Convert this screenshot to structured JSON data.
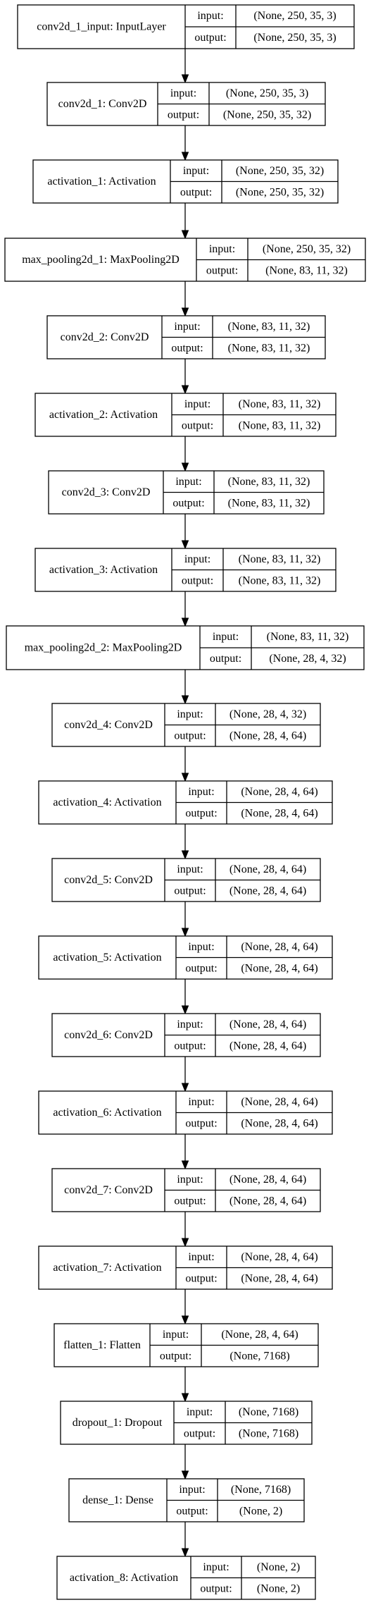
{
  "diagram": {
    "io_labels": {
      "input": "input:",
      "output": "output:"
    },
    "layers": [
      {
        "name": "conv2d_1_input: InputLayer",
        "input": "(None, 250, 35, 3)",
        "output": "(None, 250, 35, 3)"
      },
      {
        "name": "conv2d_1: Conv2D",
        "input": "(None, 250, 35, 3)",
        "output": "(None, 250, 35, 32)"
      },
      {
        "name": "activation_1: Activation",
        "input": "(None, 250, 35, 32)",
        "output": "(None, 250, 35, 32)"
      },
      {
        "name": "max_pooling2d_1: MaxPooling2D",
        "input": "(None, 250, 35, 32)",
        "output": "(None, 83, 11, 32)"
      },
      {
        "name": "conv2d_2: Conv2D",
        "input": "(None, 83, 11, 32)",
        "output": "(None, 83, 11, 32)"
      },
      {
        "name": "activation_2: Activation",
        "input": "(None, 83, 11, 32)",
        "output": "(None, 83, 11, 32)"
      },
      {
        "name": "conv2d_3: Conv2D",
        "input": "(None, 83, 11, 32)",
        "output": "(None, 83, 11, 32)"
      },
      {
        "name": "activation_3: Activation",
        "input": "(None, 83, 11, 32)",
        "output": "(None, 83, 11, 32)"
      },
      {
        "name": "max_pooling2d_2: MaxPooling2D",
        "input": "(None, 83, 11, 32)",
        "output": "(None, 28, 4, 32)"
      },
      {
        "name": "conv2d_4: Conv2D",
        "input": "(None, 28, 4, 32)",
        "output": "(None, 28, 4, 64)"
      },
      {
        "name": "activation_4: Activation",
        "input": "(None, 28, 4, 64)",
        "output": "(None, 28, 4, 64)"
      },
      {
        "name": "conv2d_5: Conv2D",
        "input": "(None, 28, 4, 64)",
        "output": "(None, 28, 4, 64)"
      },
      {
        "name": "activation_5: Activation",
        "input": "(None, 28, 4, 64)",
        "output": "(None, 28, 4, 64)"
      },
      {
        "name": "conv2d_6: Conv2D",
        "input": "(None, 28, 4, 64)",
        "output": "(None, 28, 4, 64)"
      },
      {
        "name": "activation_6: Activation",
        "input": "(None, 28, 4, 64)",
        "output": "(None, 28, 4, 64)"
      },
      {
        "name": "conv2d_7: Conv2D",
        "input": "(None, 28, 4, 64)",
        "output": "(None, 28, 4, 64)"
      },
      {
        "name": "activation_7: Activation",
        "input": "(None, 28, 4, 64)",
        "output": "(None, 28, 4, 64)"
      },
      {
        "name": "flatten_1: Flatten",
        "input": "(None, 28, 4, 64)",
        "output": "(None, 7168)"
      },
      {
        "name": "dropout_1: Dropout",
        "input": "(None, 7168)",
        "output": "(None, 7168)"
      },
      {
        "name": "dense_1: Dense",
        "input": "(None, 7168)",
        "output": "(None, 2)"
      },
      {
        "name": "activation_8: Activation",
        "input": "(None, 2)",
        "output": "(None, 2)"
      }
    ]
  }
}
